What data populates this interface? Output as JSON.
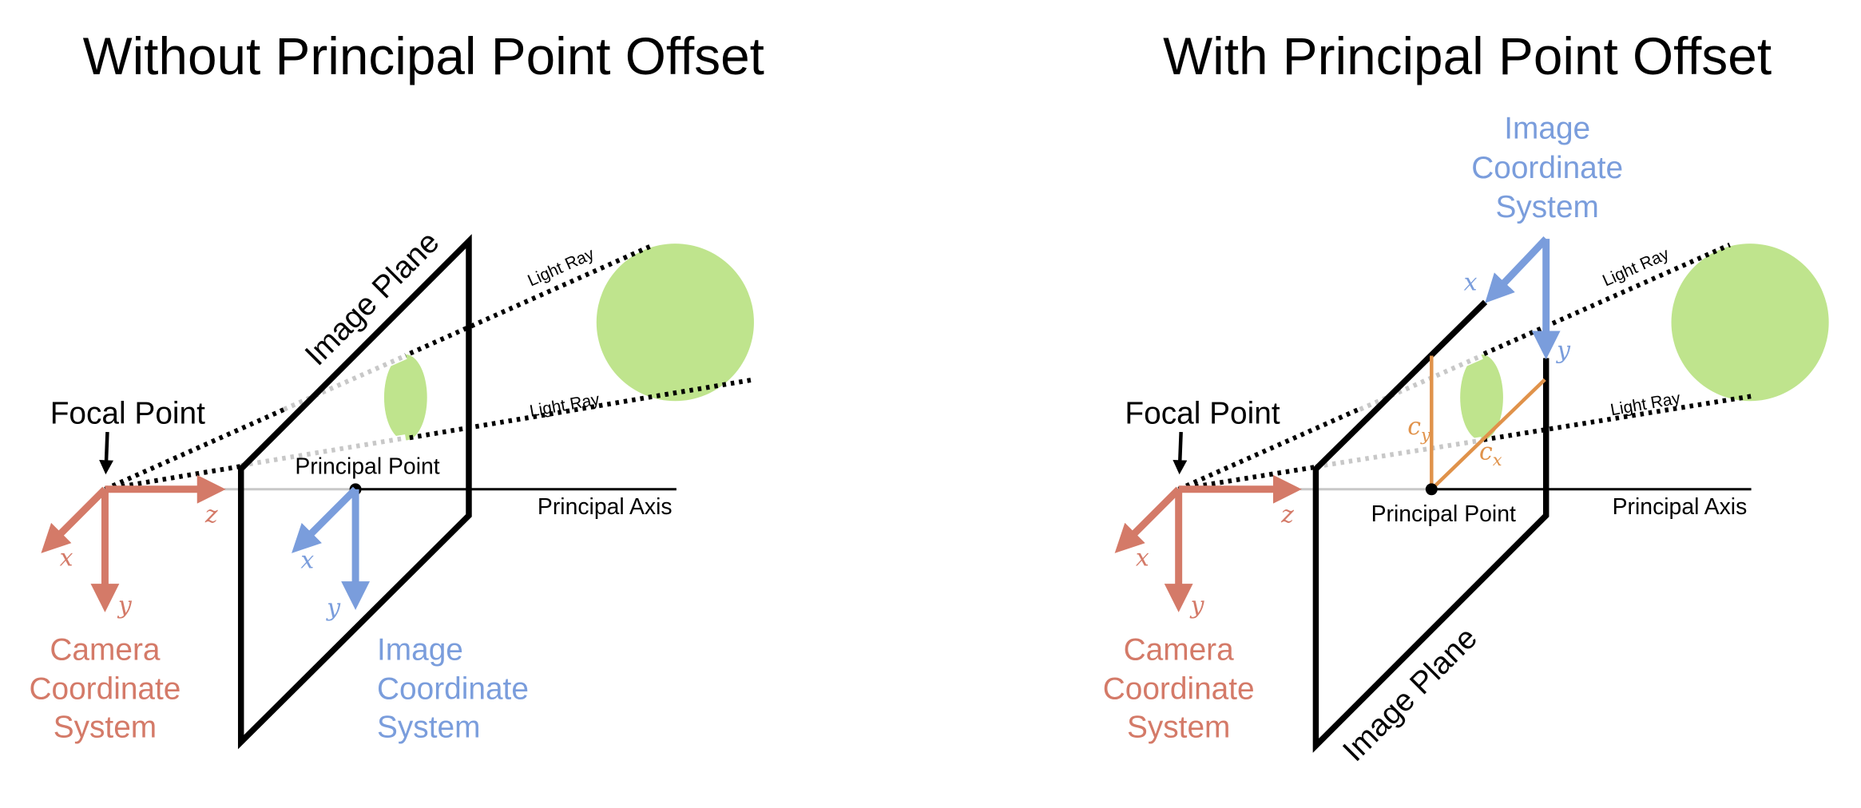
{
  "colors": {
    "camera": "#d47a68",
    "image": "#7a9ddc",
    "offset": "#e0924a",
    "object": "#bfe48d",
    "ray": "#000000",
    "hidden_ray": "#c8c8c8"
  },
  "left": {
    "title": "Without Principal Point Offset",
    "focal_point": "Focal Point",
    "image_plane": "Image Plane",
    "light_ray_1": "Light Ray",
    "light_ray_2": "Light Ray",
    "principal_point": "Principal Point",
    "principal_axis": "Principal Axis",
    "camera_axes": {
      "x": "x",
      "y": "y",
      "z": "z"
    },
    "image_axes": {
      "x": "x",
      "y": "y"
    },
    "camera_cs": [
      "Camera",
      "Coordinate",
      "System"
    ],
    "image_cs": [
      "Image",
      "Coordinate",
      "System"
    ]
  },
  "right": {
    "title": "With Principal Point Offset",
    "focal_point": "Focal Point",
    "image_plane": "Image Plane",
    "light_ray_1": "Light Ray",
    "light_ray_2": "Light Ray",
    "principal_point": "Principal Point",
    "principal_axis": "Principal Axis",
    "camera_axes": {
      "x": "x",
      "y": "y",
      "z": "z"
    },
    "image_axes": {
      "x": "x",
      "y": "y"
    },
    "offsets": {
      "cy": "c",
      "cy_sub": "y",
      "cx": "c",
      "cx_sub": "x"
    },
    "camera_cs": [
      "Camera",
      "Coordinate",
      "System"
    ],
    "image_cs": [
      "Image",
      "Coordinate",
      "System"
    ]
  }
}
